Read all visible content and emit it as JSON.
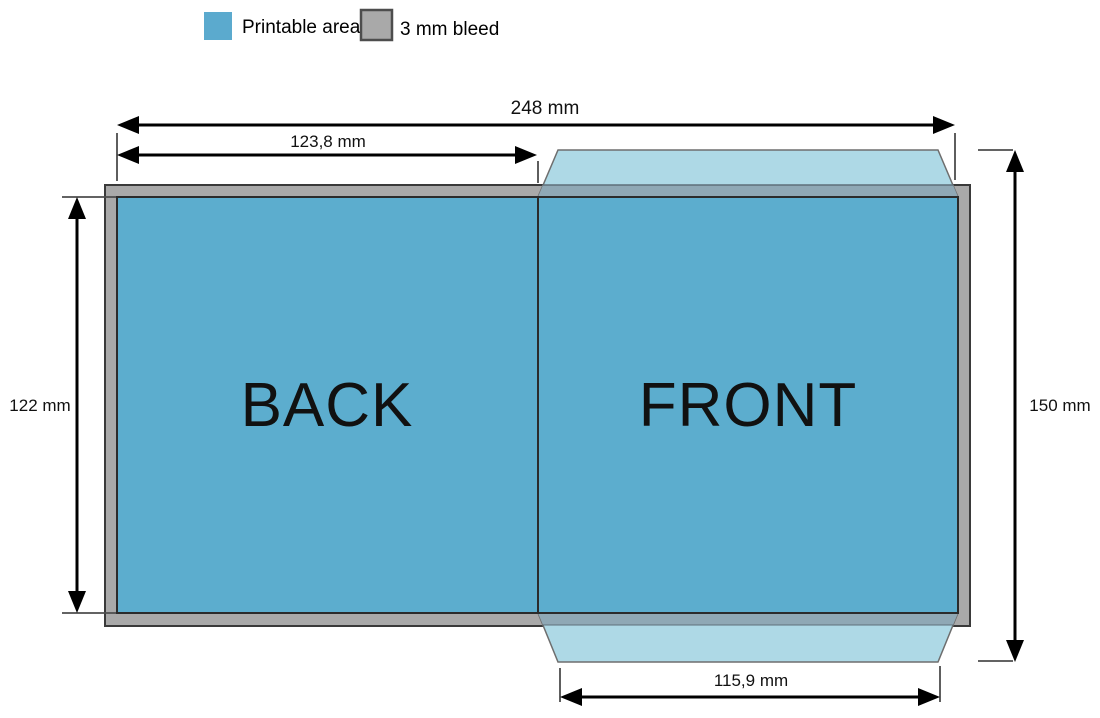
{
  "legend": {
    "printable": {
      "label": "Printable area",
      "color": "#5BAACE"
    },
    "bleed": {
      "label": "3 mm bleed",
      "color": "#A9A9A9"
    }
  },
  "panels": {
    "back_label": "BACK",
    "front_label": "FRONT"
  },
  "dimensions": {
    "total_width": "248 mm",
    "back_width": "123,8 mm",
    "back_height": "122 mm",
    "front_height": "150 mm",
    "front_bottom_width": "115,9 mm"
  },
  "colors": {
    "printable_area": "#5CADCE",
    "flap": "#AED9E6",
    "flap_over_bleed": "#8FA8B5",
    "bleed": "#A9A9A9"
  }
}
